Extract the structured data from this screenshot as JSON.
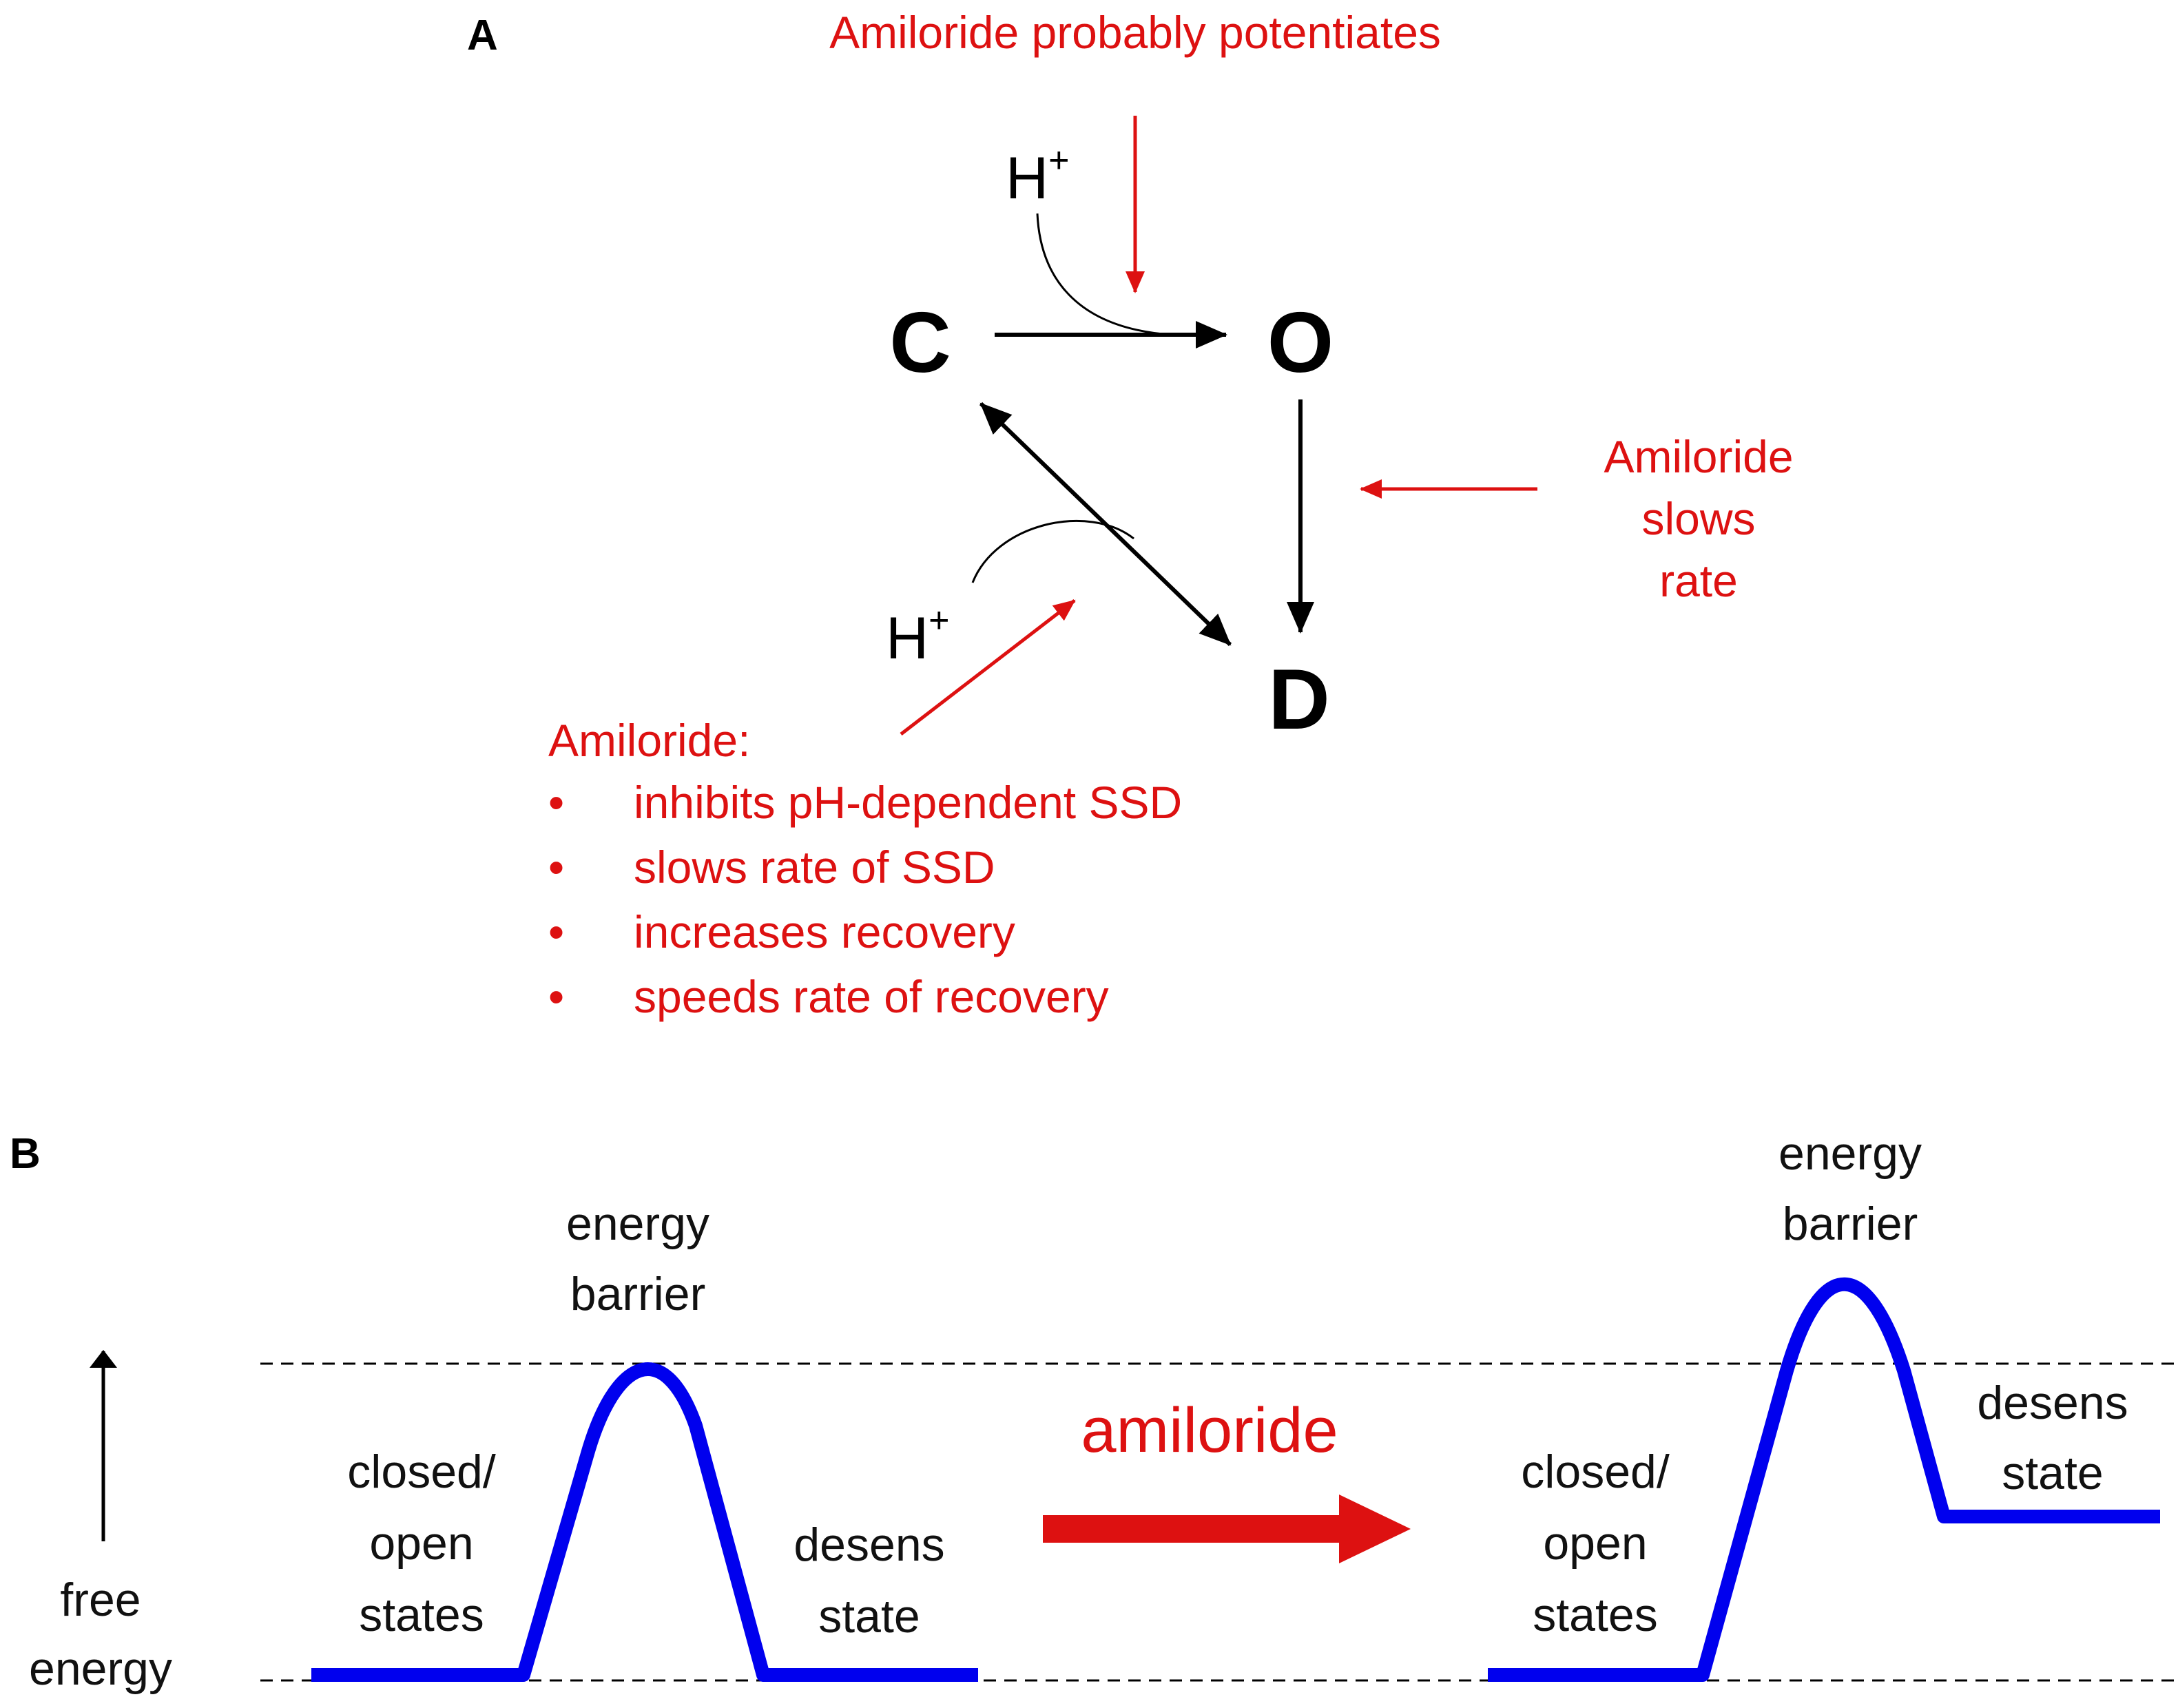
{
  "panel_a": {
    "label": "A",
    "states": {
      "closed": "C",
      "open": "O",
      "desensitized": "D"
    },
    "proton": "H",
    "proton_sup": "+",
    "note_top": "Amiloride probably potentiates",
    "note_right": [
      "Amiloride",
      "slows",
      "rate"
    ],
    "note_bottom_title": "Amiloride:",
    "note_bottom_items": [
      "inhibits pH-dependent SSD",
      "slows rate of SSD",
      "increases recovery",
      "speeds rate of recovery"
    ],
    "bullet": "•"
  },
  "panel_b": {
    "label": "B",
    "y_label": [
      "free",
      "energy"
    ],
    "treatment": "amiloride",
    "left": {
      "barrier": [
        "energy",
        "barrier"
      ],
      "closed_open": [
        "closed/",
        "open",
        "states"
      ],
      "desens": [
        "desens",
        "state"
      ]
    },
    "right": {
      "barrier": [
        "energy",
        "barrier"
      ],
      "closed_open": [
        "closed/",
        "open",
        "states"
      ],
      "desens": [
        "desens",
        "state"
      ]
    }
  },
  "colors": {
    "annotation": "#dd1111",
    "energy_curve": "#0000ee",
    "text": "#000000"
  }
}
